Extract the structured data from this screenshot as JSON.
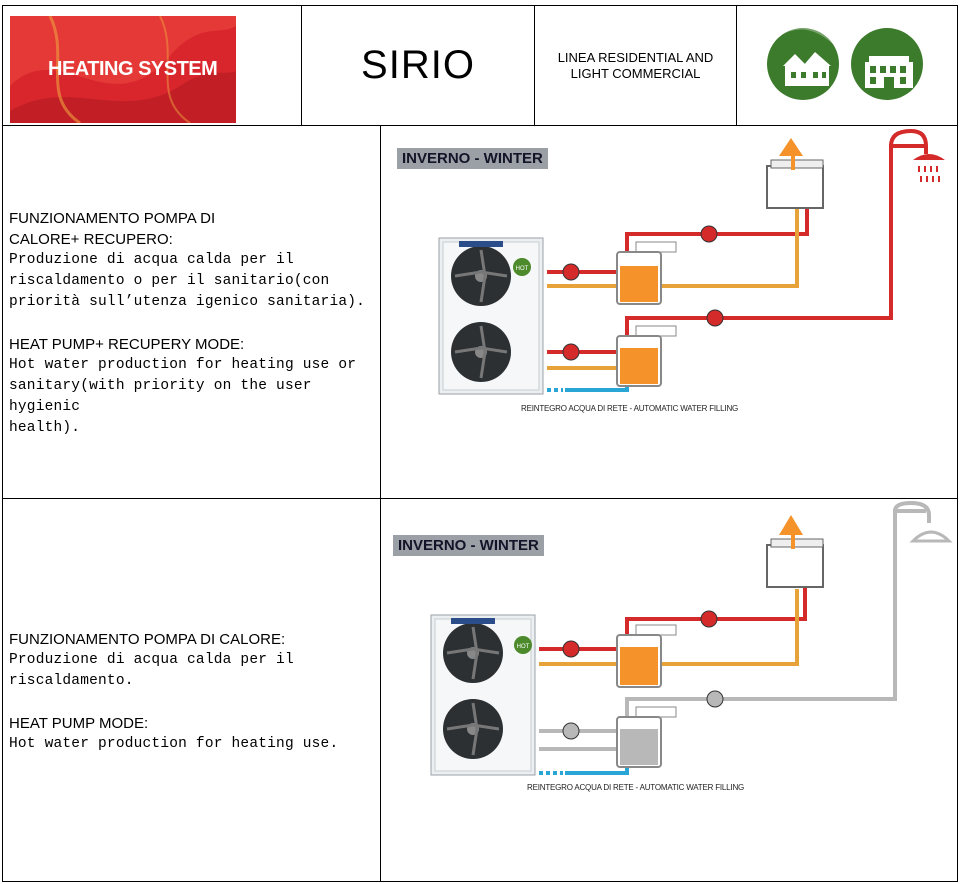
{
  "header": {
    "logo_text": "HEATING SYSTEM",
    "product": "SIRIO",
    "range_line1": "LINEA RESIDENTIAL AND",
    "range_line2": "LIGHT COMMERCIAL",
    "icons": [
      "house-icon",
      "building-icon"
    ]
  },
  "section1": {
    "it_title_1": "FUNZIONAMENTO POMPA DI",
    "it_title_2": "CALORE+ RECUPERO:",
    "it_text_1": "Produzione di acqua calda per il",
    "it_text_2": "riscaldamento o per il sanitario(con",
    "it_text_3": "priorità sull’utenza igenico sanitaria).",
    "en_title": "HEAT PUMP+ RECUPERY MODE:",
    "en_text_1": "Hot water production for heating use or",
    "en_text_2": "sanitary(with priority on the user hygienic",
    "en_text_3": "health).",
    "banner": "INVERNO - WINTER",
    "unit_badge": "HOT",
    "refill_label": "REINTEGRO ACQUA DI RETE - AUTOMATIC WATER FILLING"
  },
  "section2": {
    "it_title": "FUNZIONAMENTO POMPA DI CALORE:",
    "it_text_1": "Produzione di acqua calda per il",
    "it_text_2": "riscaldamento.",
    "en_title": "HEAT PUMP MODE:",
    "en_text": "Hot water production for heating use.",
    "banner": "INVERNO - WINTER",
    "unit_badge": "HOT",
    "refill_label": "REINTEGRO ACQUA DI RETE - AUTOMATIC WATER FILLING"
  },
  "colors": {
    "hot_pipe": "#d42a2a",
    "return_pipe": "#e8a23a",
    "tank_fill": "#f5922a",
    "inactive": "#b8b8b8",
    "cold_water": "#2aa6d6",
    "badge_green": "#3a7a2a"
  }
}
